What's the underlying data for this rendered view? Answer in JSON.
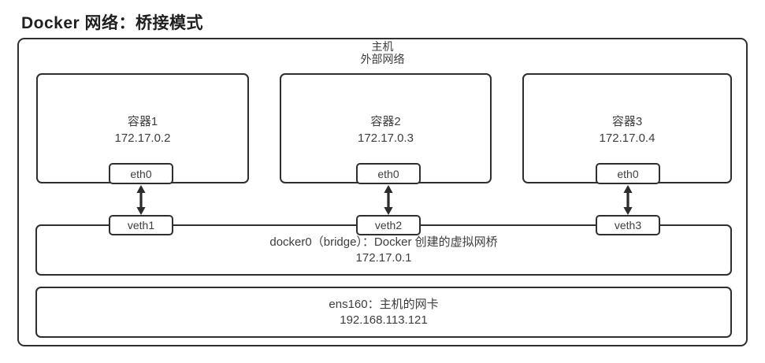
{
  "title": "Docker 网络：桥接模式",
  "host": {
    "line1": "主机",
    "line2": "外部网络"
  },
  "containers": [
    {
      "name": "容器1",
      "ip": "172.17.0.2",
      "eth_label": "eth0",
      "veth_label": "veth1"
    },
    {
      "name": "容器2",
      "ip": "172.17.0.3",
      "eth_label": "eth0",
      "veth_label": "veth2"
    },
    {
      "name": "容器3",
      "ip": "172.17.0.4",
      "eth_label": "eth0",
      "veth_label": "veth3"
    }
  ],
  "bridge": {
    "label": "docker0（bridge）：Docker 创建的虚拟网桥",
    "ip": "172.17.0.1"
  },
  "nic": {
    "label": "ens160：主机的网卡",
    "ip": "192.168.113.121"
  },
  "icons": {
    "veth_link_arrow": "↕ double-arrow"
  },
  "colors": {
    "border": "#2f2f2f",
    "arrow": "#2b2b2b",
    "text": "#3d3d3d",
    "title": "#1f1f1f",
    "background": "#ffffff"
  }
}
